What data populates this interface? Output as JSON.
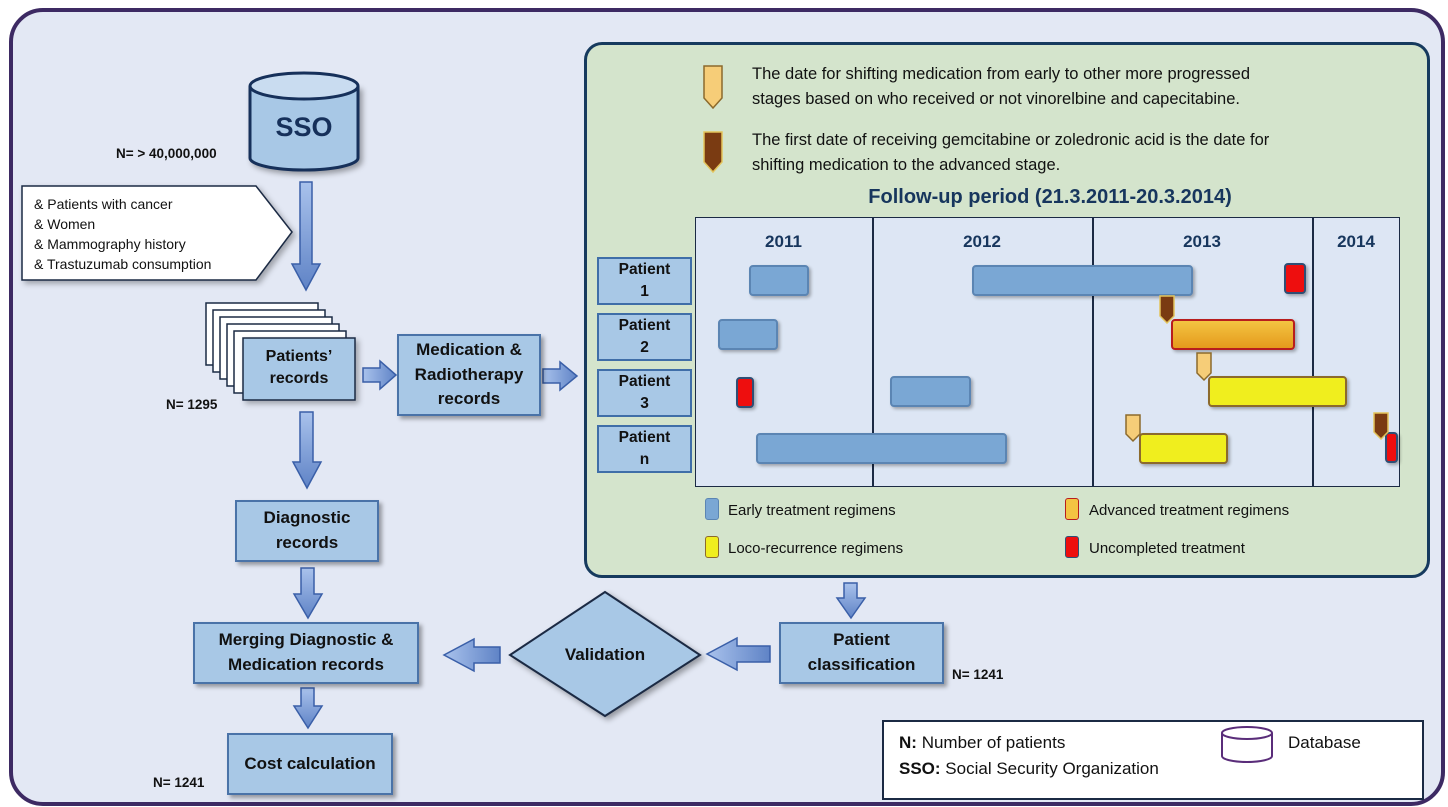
{
  "database": {
    "label": "SSO",
    "n": "N= > 40,000,000"
  },
  "criteria": [
    "& Patients with cancer",
    "& Women",
    "& Mammography history",
    "& Trastuzumab consumption"
  ],
  "records": {
    "label_line1": "Patients’",
    "label_line2": "records",
    "n": "N= 1295"
  },
  "medication": {
    "line1": "Medication &",
    "line2": "Radiotherapy",
    "line3": "records"
  },
  "diagnostic": {
    "line1": "Diagnostic",
    "line2": "records"
  },
  "merging": {
    "line1": "Merging Diagnostic &",
    "line2": "Medication records"
  },
  "validation": "Validation",
  "classification": {
    "line1": "Patient",
    "line2": "classification",
    "n": "N= 1241"
  },
  "cost": {
    "label": "Cost calculation",
    "n": "N= 1241"
  },
  "notes": {
    "light_marker_text_1": "The date for shifting medication from early to other more progressed",
    "light_marker_text_2": "stages based on who received or not vinorelbine and capecitabine.",
    "dark_marker_text_1": "The first date of receiving gemcitabine or zoledronic acid is the date for",
    "dark_marker_text_2": "shifting medication to the advanced stage."
  },
  "followup_title": "Follow-up period (21.3.2011-20.3.2014)",
  "years": [
    "2011",
    "2012",
    "2013",
    "2014"
  ],
  "patients": [
    {
      "l1": "Patient",
      "l2": "1"
    },
    {
      "l1": "Patient",
      "l2": "2"
    },
    {
      "l1": "Patient",
      "l2": "3"
    },
    {
      "l1": "Patient",
      "l2": "n"
    }
  ],
  "legend": {
    "early": "Early treatment regimens",
    "advanced": "Advanced treatment regimens",
    "loco": "Loco-recurrence regimens",
    "uncompleted": "Uncompleted treatment"
  },
  "key": {
    "n_abbr": "N:",
    "n_desc": "Number of patients",
    "sso_abbr": "SSO:",
    "sso_desc": "Social Security Organization",
    "db_label": "Database"
  },
  "colors": {
    "early": "#7aa7d4",
    "advanced": "#f3c442",
    "loco": "#f0ee1e",
    "uncompleted": "#ee0e0e",
    "box_fill": "#a8c8e6",
    "arrow": "#5d7fc0",
    "frame": "#3d2a63"
  }
}
